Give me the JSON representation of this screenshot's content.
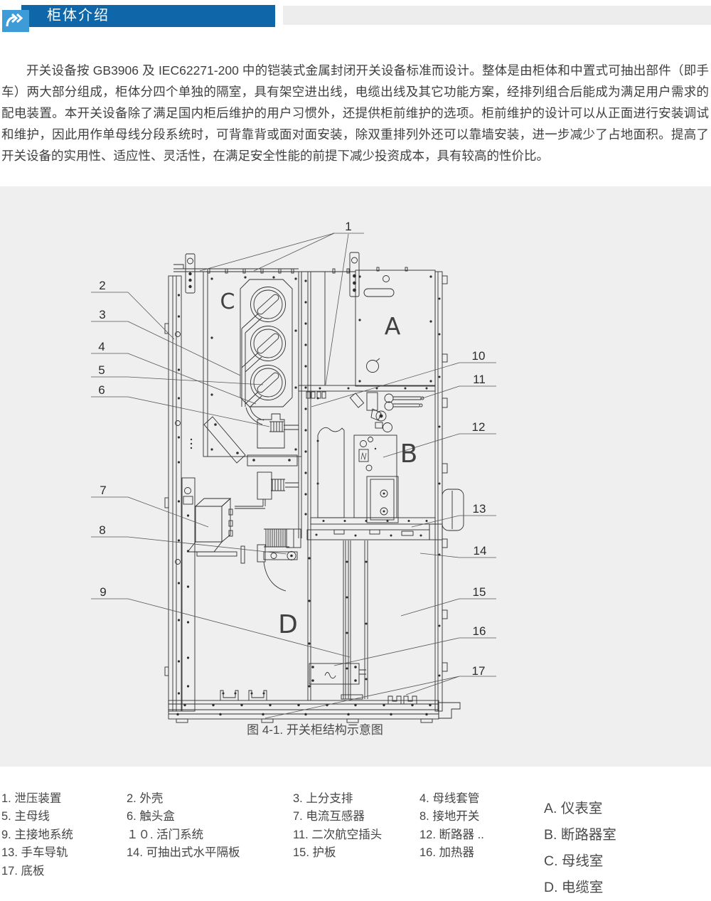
{
  "header": {
    "title": "柜体介绍"
  },
  "intro": {
    "text": "开关设备按 GB3906 及 IEC62271-200 中的铠装式金属封闭开关设备标准而设计。整体是由柜体和中置式可抽出部件（即手车）两大部分组成，柜体分四个单独的隔室，具有架空进出线，电缆出线及其它功能方案，经排列组合后能成为满足用户需求的配电装置。本开关设备除了满足国内柜后维护的用户习惯外，还提供柜前维护的选项。柜前维护的设计可以从正面进行安装调试和维护，因此用作单母线分段系统时，可背靠背或面对面安装，除双重排列外还可以靠墙安装，进一步减少了占地面积。提高了开关设备的实用性、适应性、灵活性，在满足安全性能的前提下减少投资成本，具有较高的性价比。"
  },
  "figure": {
    "caption": "图 4-1. 开关柜结构示意图",
    "callouts": [
      "1",
      "2",
      "3",
      "4",
      "5",
      "6",
      "7",
      "8",
      "9",
      "10",
      "11",
      "12",
      "13",
      "14",
      "15",
      "16",
      "17"
    ],
    "compartments": [
      {
        "key": "A",
        "name": "仪表室",
        "display": "A. 仪表室"
      },
      {
        "key": "B",
        "name": "断路器室",
        "display": "B. 断路器室"
      },
      {
        "key": "C",
        "name": "母线室",
        "display": "C. 母线室"
      },
      {
        "key": "D",
        "name": "电缆室",
        "display": "D. 电缆室"
      }
    ]
  },
  "parts": [
    {
      "label": "1. 泄压装置"
    },
    {
      "label": "2. 外壳"
    },
    {
      "label": "3. 上分支排"
    },
    {
      "label": "4. 母线套管"
    },
    {
      "label": "5. 主母线"
    },
    {
      "label": "6. 触头盒"
    },
    {
      "label": "7. 电流互感器"
    },
    {
      "label": "8. 接地开关"
    },
    {
      "label": "9. 主接地系统"
    },
    {
      "label": "１０. 活门系统"
    },
    {
      "label": "11. 二次航空插头"
    },
    {
      "label": "12. 断路器 .."
    },
    {
      "label": "13. 手车导轨"
    },
    {
      "label": "14. 可抽出式水平隔板"
    },
    {
      "label": "15. 护板"
    },
    {
      "label": "16. 加热器"
    },
    {
      "label": "17. 底板"
    }
  ],
  "colors": {
    "banner_blue": "#0f67a9",
    "icon_blue": "#3d9bd8",
    "panel_gray": "#efefef",
    "bar_gray": "#ededed",
    "line_dark": "#2f2f2f",
    "text_gray": "#454545"
  }
}
